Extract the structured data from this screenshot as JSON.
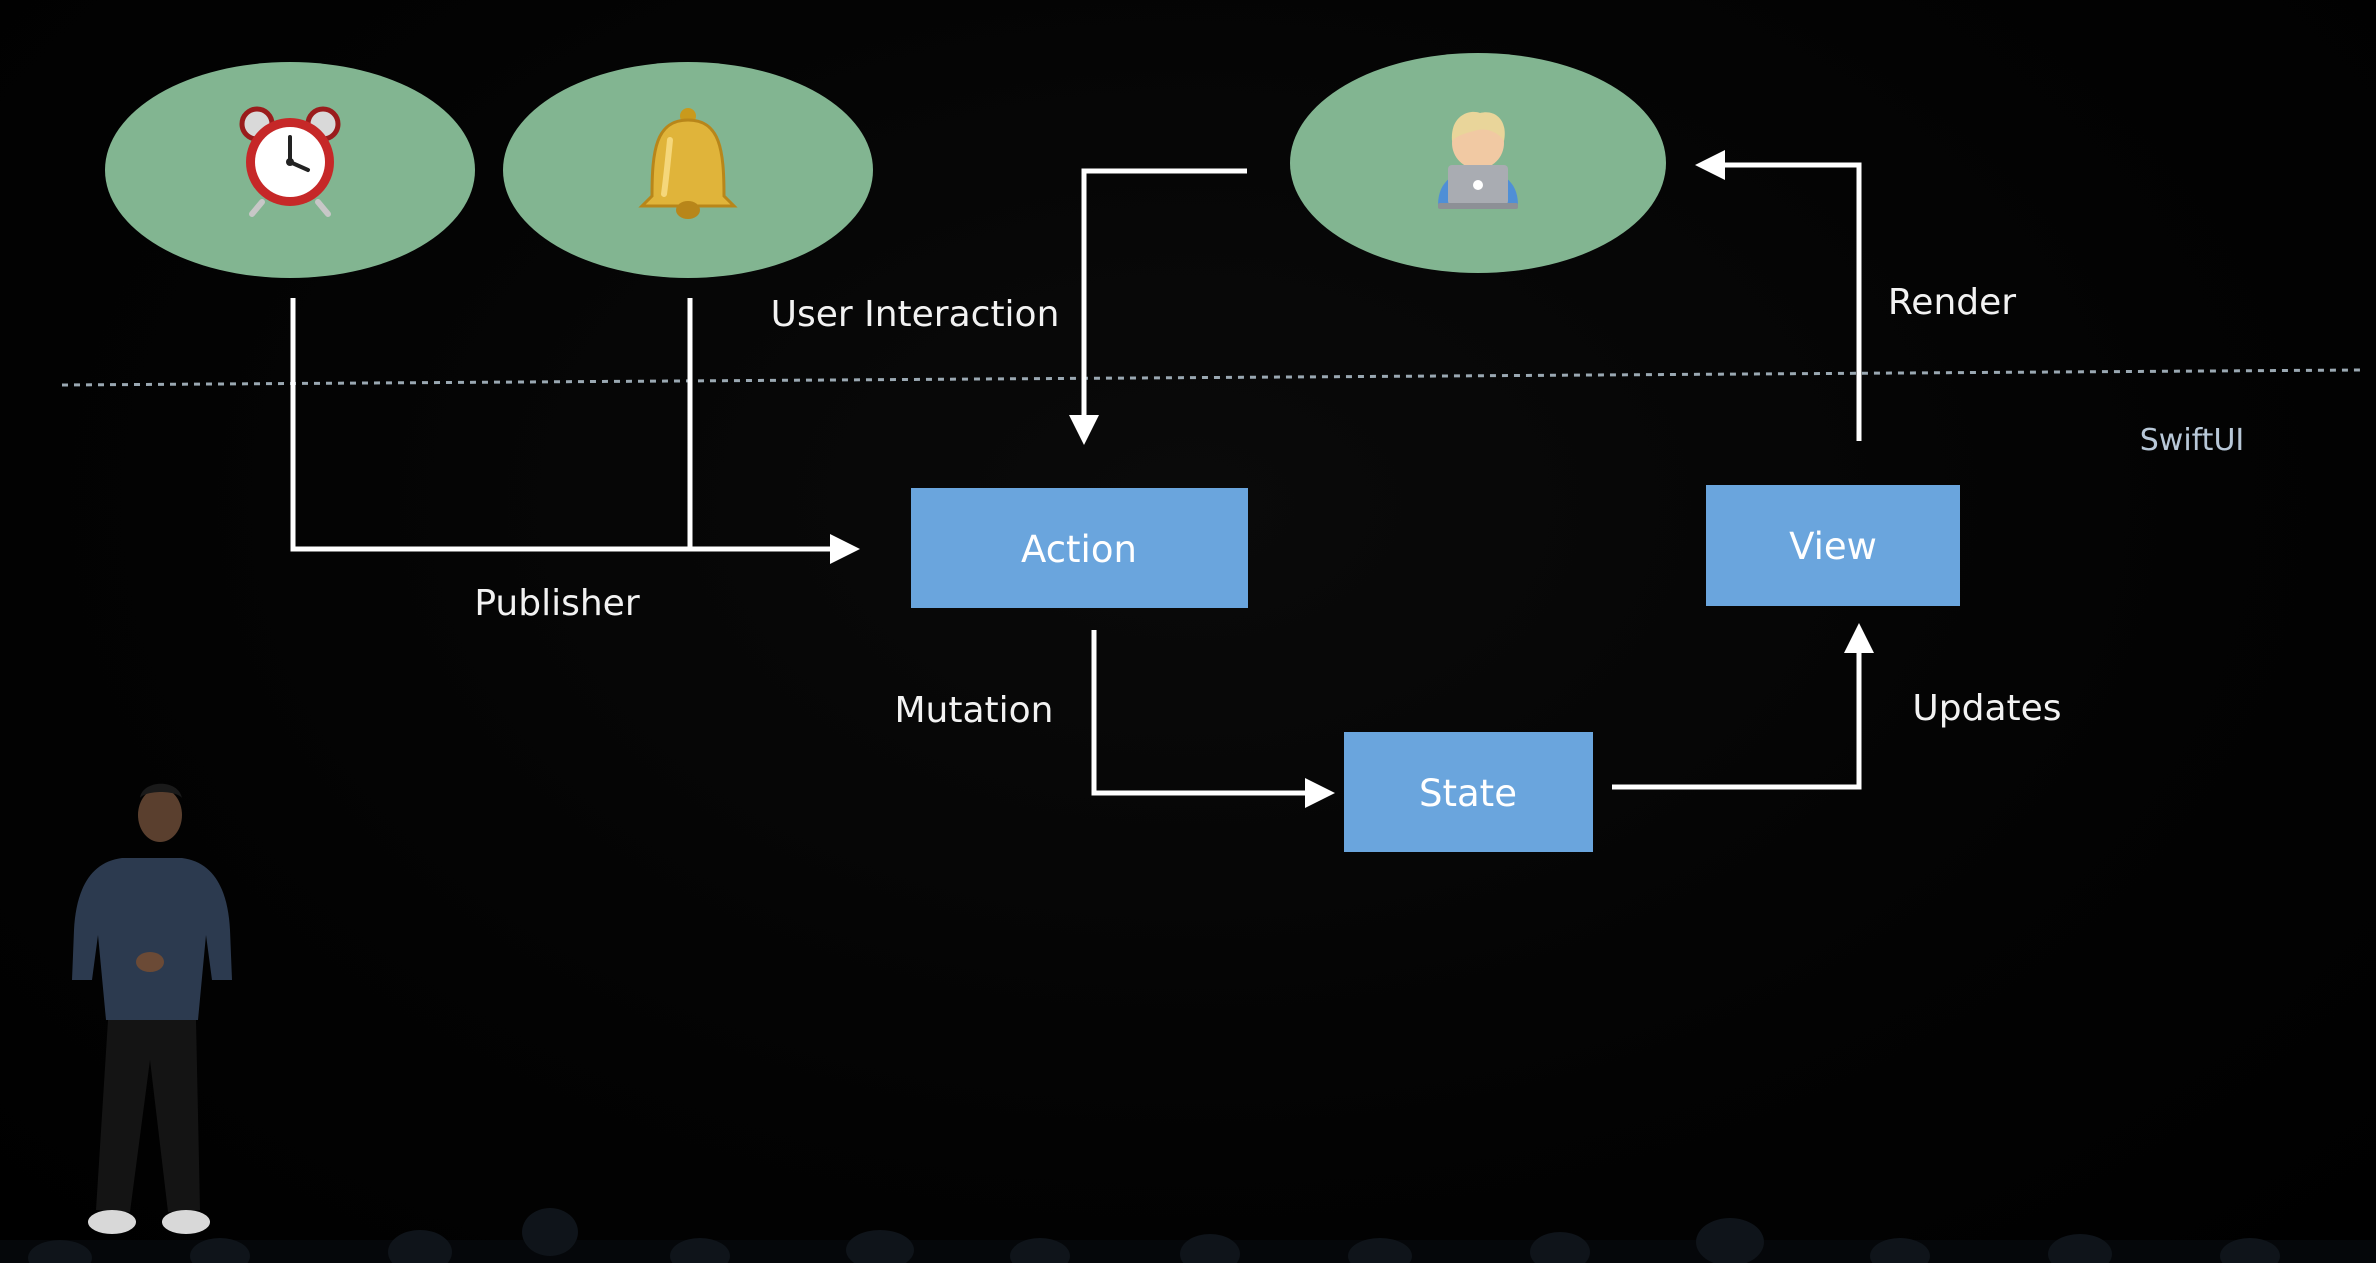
{
  "diagram": {
    "nodes": {
      "alarm": {
        "icon": "alarm-clock-icon"
      },
      "bell": {
        "icon": "bell-icon"
      },
      "user": {
        "icon": "user-with-laptop-icon"
      },
      "action": {
        "label": "Action"
      },
      "view": {
        "label": "View"
      },
      "state": {
        "label": "State"
      }
    },
    "edge_labels": {
      "user_interaction": "User Interaction",
      "render": "Render",
      "publisher": "Publisher",
      "mutation": "Mutation",
      "updates": "Updates"
    },
    "region_label": "SwiftUI"
  },
  "colors": {
    "background": "#000000",
    "ellipse_fill": "#82b591",
    "box_fill": "#6aa5dd",
    "line": "#ffffff",
    "divider": "#9aa8b2"
  }
}
